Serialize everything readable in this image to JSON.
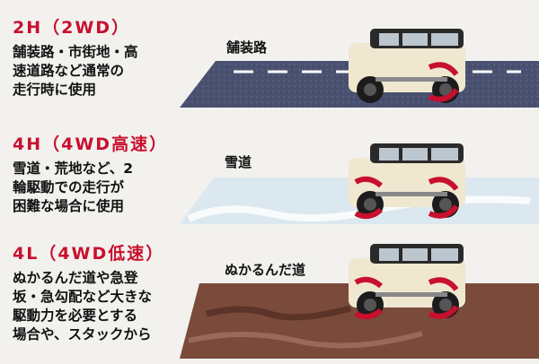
{
  "modes": [
    {
      "title": "2H（2WD）",
      "description": "舗装路・市街地・高\n速道路など通常の\n走行時に使用",
      "road_label": "舗装路"
    },
    {
      "title": "4H（4WD高速）",
      "description": "雪道・荒地など、2\n輪駆動での走行が\n困難な場合に使用",
      "road_label": "雪道"
    },
    {
      "title": "4L（4WD低速）",
      "description": "ぬかるんだ道や急登\n坂・急勾配など大きな\n駆動力を必要とする\n場合や、スタックから",
      "road_label": "ぬかるんだ道"
    }
  ],
  "colors": {
    "accent_red": "#c8102e",
    "asphalt": "#4a5170",
    "snow": "#dce8ef",
    "mud": "#7a4a3a",
    "car_body": "#efe7d0",
    "car_roof": "#2a2a2a"
  }
}
